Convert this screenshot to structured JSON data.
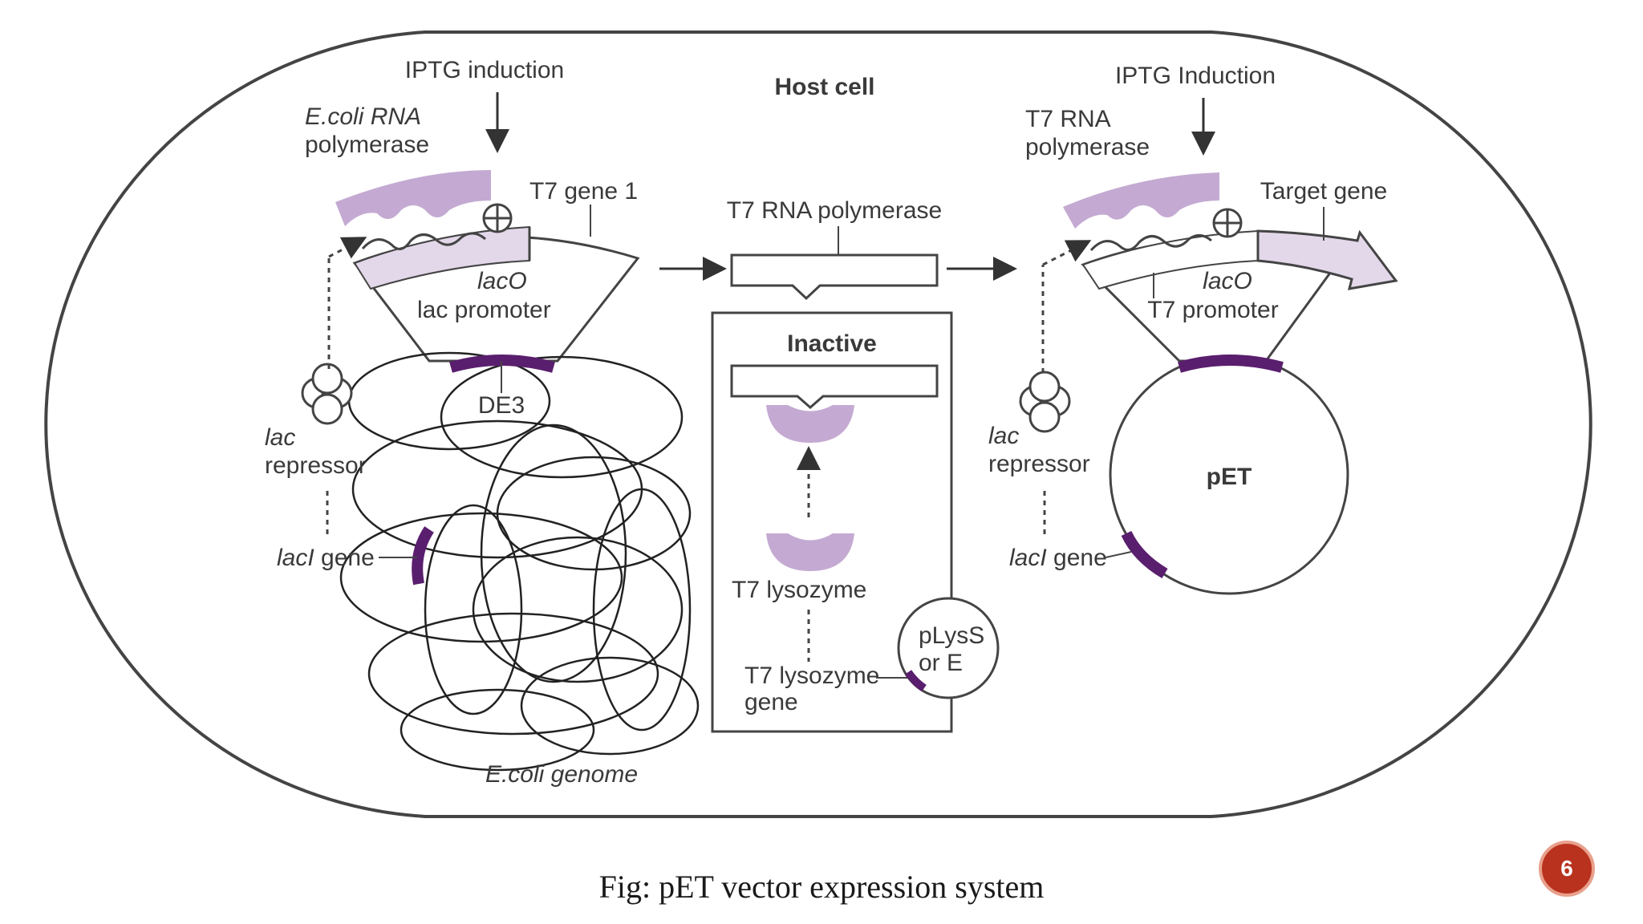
{
  "diagram": {
    "host_cell": "Host cell",
    "left": {
      "iptg": "IPTG induction",
      "ecoli_rna_pol_1": "E.coli RNA",
      "ecoli_rna_pol_2": "polymerase",
      "t7_gene1": "T7 gene 1",
      "laco": "lacO",
      "lac_promoter": "lac promoter",
      "de3": "DE3",
      "lac_rep_1": "lac",
      "lac_rep_2": "repressor",
      "laci_gene": "lacI gene",
      "genome": "E.coli genome"
    },
    "middle": {
      "t7_rna_pol": "T7 RNA polymerase",
      "inactive": "Inactive",
      "t7_lysozyme": "T7 lysozyme",
      "t7_lys_gene_1": "T7 lysozyme",
      "t7_lys_gene_2": "gene",
      "plys_1": "pLysS",
      "plys_2": "or E"
    },
    "right": {
      "iptg": "IPTG Induction",
      "t7_rna_pol_1": "T7 RNA",
      "t7_rna_pol_2": "polymerase",
      "target_gene": "Target gene",
      "laco": "lacO",
      "t7_promoter": "T7 promoter",
      "pet": "pET",
      "lac_rep_1": "lac",
      "lac_rep_2": "repressor",
      "laci_gene": "lacI gene"
    }
  },
  "caption": "Fig: pET vector expression system",
  "slide_number": "6",
  "colors": {
    "purple_light": "#c4aad2",
    "purple_dark": "#5a1e6e",
    "badge": "#b8321d"
  }
}
